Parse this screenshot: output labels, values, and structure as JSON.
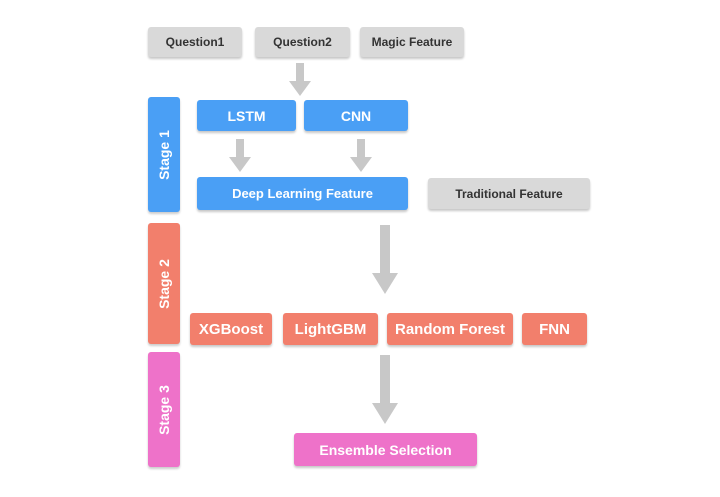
{
  "inputs": {
    "question1": "Question1",
    "question2": "Question2",
    "magic_feature": "Magic Feature"
  },
  "stages": {
    "stage1": "Stage 1",
    "stage2": "Stage 2",
    "stage3": "Stage 3"
  },
  "stage1": {
    "lstm": "LSTM",
    "cnn": "CNN",
    "deep_learning_feature": "Deep Learning Feature",
    "traditional_feature": "Traditional Feature"
  },
  "stage2": {
    "models": [
      "XGBoost",
      "LightGBM",
      "Random Forest",
      "FNN"
    ]
  },
  "stage3": {
    "ensemble_selection": "Ensemble Selection"
  },
  "colors": {
    "input_gray": "#d9d9d9",
    "stage1_blue": "#4a9ff5",
    "stage2_salmon": "#f27f6c",
    "stage3_pink": "#ee72c9",
    "arrow_gray": "#c8c8c8"
  }
}
